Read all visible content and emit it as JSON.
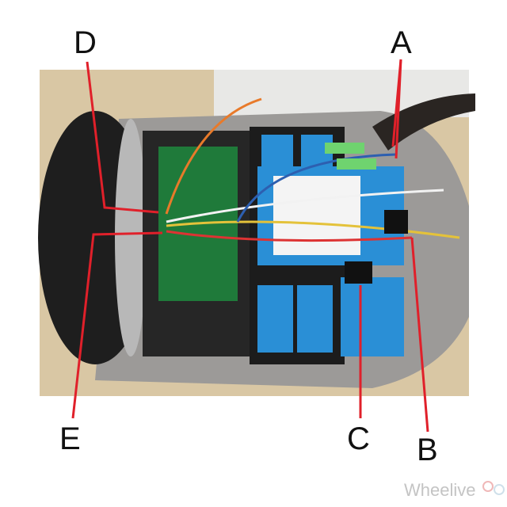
{
  "labels": {
    "a": "A",
    "b": "B",
    "c": "C",
    "d": "D",
    "e": "E"
  },
  "watermark": "Wheelive",
  "colors": {
    "callout_line": "#e0202a",
    "battery": "#2a8fd6",
    "pcb": "#1f7a3a"
  }
}
